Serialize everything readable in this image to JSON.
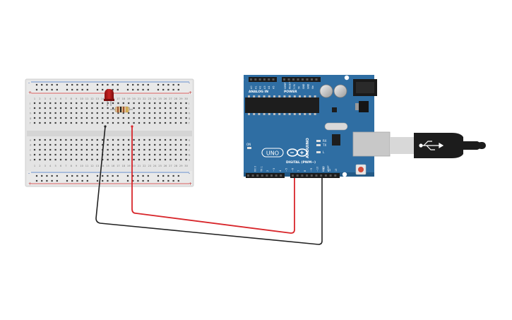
{
  "breadboard": {
    "rail_sign_plus": "+",
    "rail_sign_minus": "-",
    "row_letters_top": [
      "j",
      "i",
      "h",
      "g",
      "f"
    ],
    "row_letters_bottom": [
      "e",
      "d",
      "c",
      "b",
      "a"
    ],
    "column_numbers": [
      "1",
      "2",
      "3",
      "4",
      "5",
      "6",
      "7",
      "8",
      "9",
      "10",
      "11",
      "12",
      "13",
      "14",
      "15",
      "16",
      "17",
      "18",
      "19",
      "20",
      "21",
      "22",
      "23",
      "24",
      "25",
      "26",
      "27",
      "28",
      "29",
      "30"
    ]
  },
  "led": {
    "color": "#b31b1b"
  },
  "resistor": {
    "body_color": "#d9b98a"
  },
  "arduino": {
    "brand": "ARDUINO",
    "model": "UNO",
    "on_label": "ON",
    "tx_label": "TX",
    "rx_label": "RX",
    "l_label": "L",
    "digital_label": "DIGITAL (PWM~)",
    "analog_label": "ANALOG IN",
    "power_label": "POWER",
    "aref_label": "AREF",
    "gnd_label": "GND",
    "digital_pins": [
      "13",
      "12",
      "~11",
      "~10",
      "~9",
      "8",
      "7",
      "~6",
      "~5",
      "4",
      "~3",
      "2",
      "TX 1",
      "RX 0"
    ],
    "analog_pins": [
      "A0",
      "A1",
      "A2",
      "A3",
      "A4",
      "A5"
    ],
    "power_pins": [
      "IOREF",
      "RESET",
      "3.3V",
      "5V",
      "GND",
      "GND",
      "Vin"
    ],
    "board_color": "#2f6ea3"
  },
  "wires": {
    "red_color": "#d8262b",
    "black_color": "#222222"
  },
  "usb_cable": {
    "color": "#1c1c1c"
  }
}
